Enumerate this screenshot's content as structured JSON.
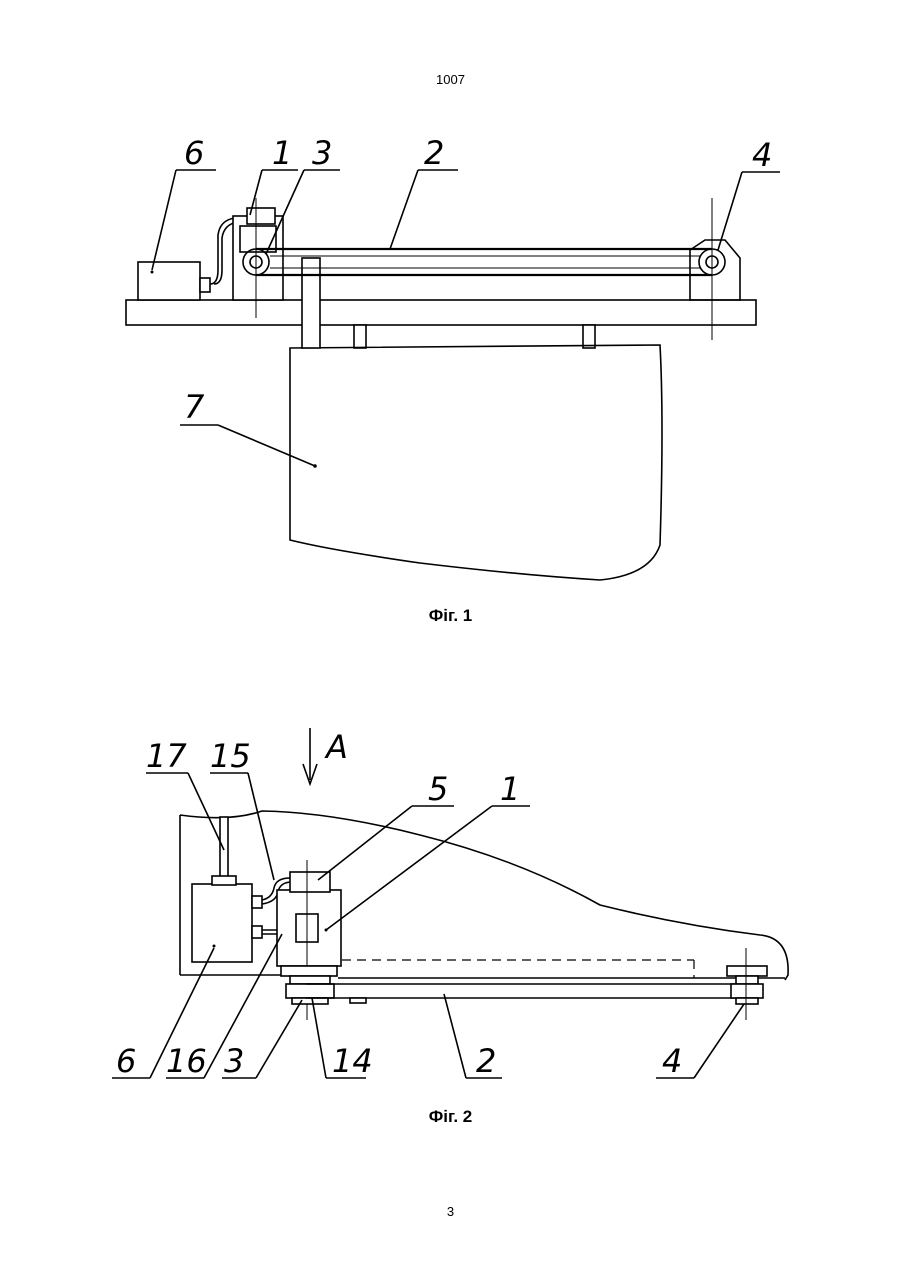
{
  "header": {
    "doc_number": "1007"
  },
  "footer": {
    "page_number": "3"
  },
  "figures": [
    {
      "caption": "Фіг. 1",
      "labels": {
        "l6": "6",
        "l1": "1",
        "l3": "3",
        "l2": "2",
        "l4": "4",
        "l7": "7"
      }
    },
    {
      "caption": "Фіг. 2",
      "view_label": "A",
      "labels": {
        "l17": "17",
        "l15": "15",
        "l5": "5",
        "l1": "1",
        "l6": "6",
        "l16": "16",
        "l3": "3",
        "l14": "14",
        "l2": "2",
        "l4": "4"
      }
    }
  ]
}
